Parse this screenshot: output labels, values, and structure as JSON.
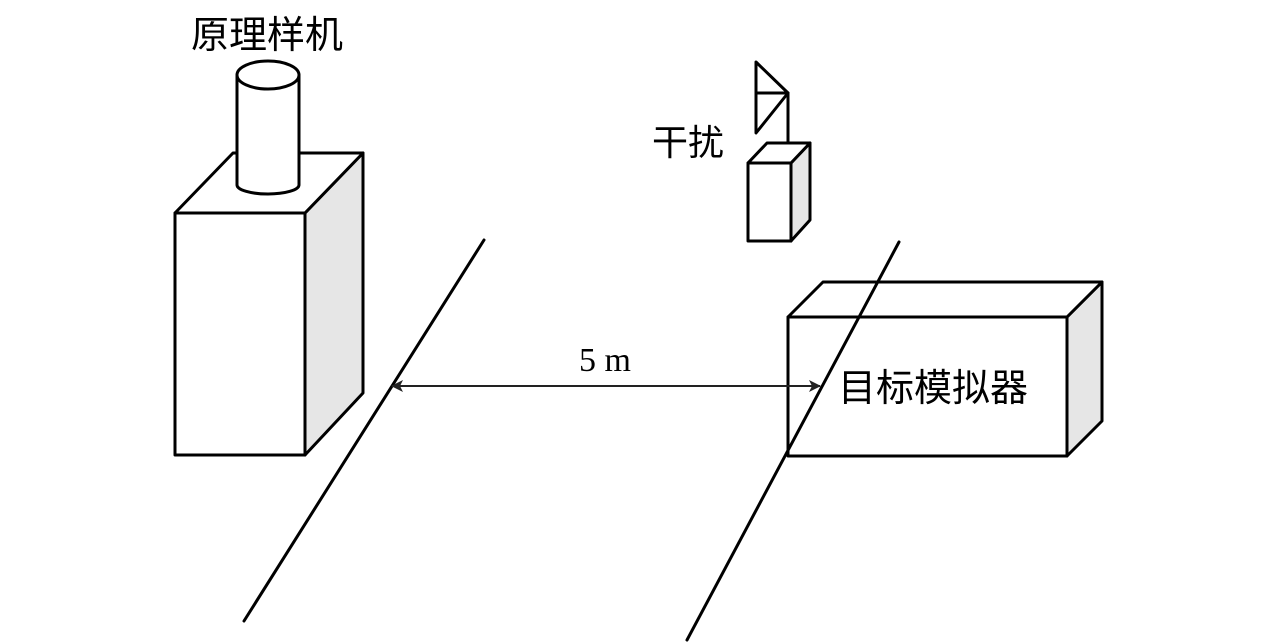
{
  "labels": {
    "prototype": "原理样机",
    "jammer": "干扰",
    "target_simulator": "目标模拟器",
    "distance": "5 m"
  },
  "colors": {
    "line": "#000000",
    "side_face": "#e6e6e6",
    "background": "#ffffff"
  }
}
